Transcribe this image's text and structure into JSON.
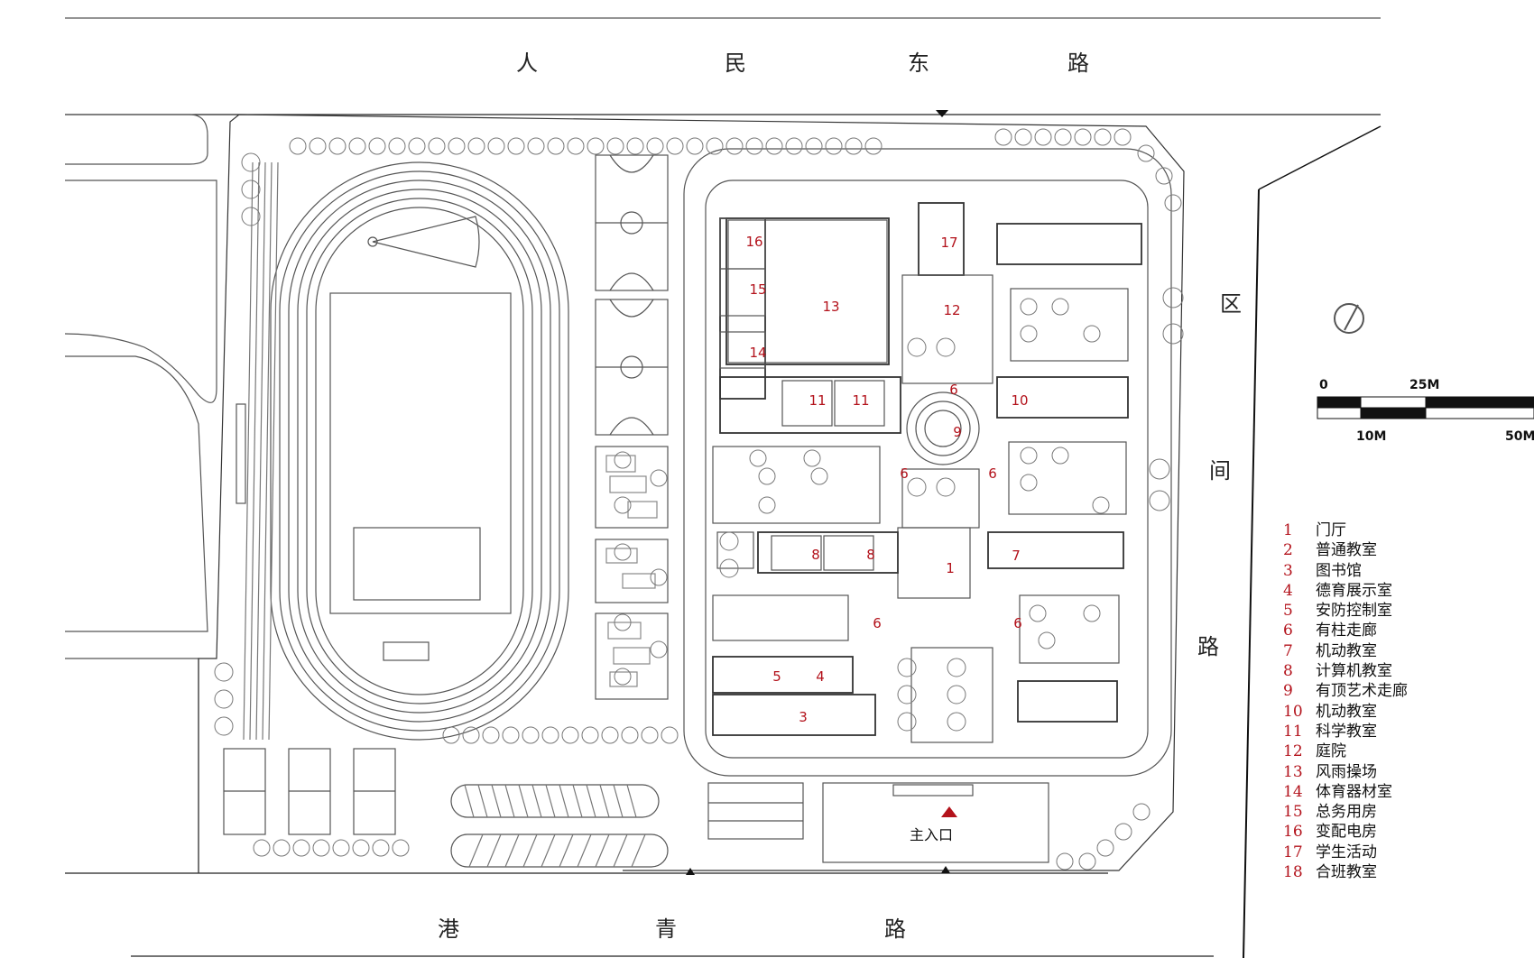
{
  "roads": {
    "north": [
      "人",
      "民",
      "东",
      "路"
    ],
    "south": [
      "港",
      "青",
      "路"
    ],
    "east": [
      "区",
      "间",
      "路"
    ]
  },
  "scale": {
    "zero": "0",
    "m10": "10M",
    "m25": "25M",
    "m50": "50M"
  },
  "entrance": "主入口",
  "building_numbers": {
    "n1": "1",
    "n3": "3",
    "n4": "4",
    "n5": "5",
    "n6": "6",
    "n7": "7",
    "n8": "8",
    "n9": "9",
    "n10": "10",
    "n11": "11",
    "n12": "12",
    "n13": "13",
    "n14": "14",
    "n15": "15",
    "n16": "16",
    "n17": "17"
  },
  "legend": [
    {
      "num": "1",
      "label": "门厅"
    },
    {
      "num": "2",
      "label": "普通教室"
    },
    {
      "num": "3",
      "label": "图书馆"
    },
    {
      "num": "4",
      "label": "德育展示室"
    },
    {
      "num": "5",
      "label": "安防控制室"
    },
    {
      "num": "6",
      "label": "有柱走廊"
    },
    {
      "num": "7",
      "label": "机动教室"
    },
    {
      "num": "8",
      "label": "计算机教室"
    },
    {
      "num": "9",
      "label": "有顶艺术走廊"
    },
    {
      "num": "10",
      "label": "机动教室"
    },
    {
      "num": "11",
      "label": "科学教室"
    },
    {
      "num": "12",
      "label": "庭院"
    },
    {
      "num": "13",
      "label": "风雨操场"
    },
    {
      "num": "14",
      "label": "体育器材室"
    },
    {
      "num": "15",
      "label": "总务用房"
    },
    {
      "num": "16",
      "label": "变配电房"
    },
    {
      "num": "17",
      "label": "学生活动"
    },
    {
      "num": "18",
      "label": "合班教室"
    }
  ],
  "colors": {
    "line": "#555555",
    "number": "#b3121b",
    "arrow": "#b3121b"
  }
}
